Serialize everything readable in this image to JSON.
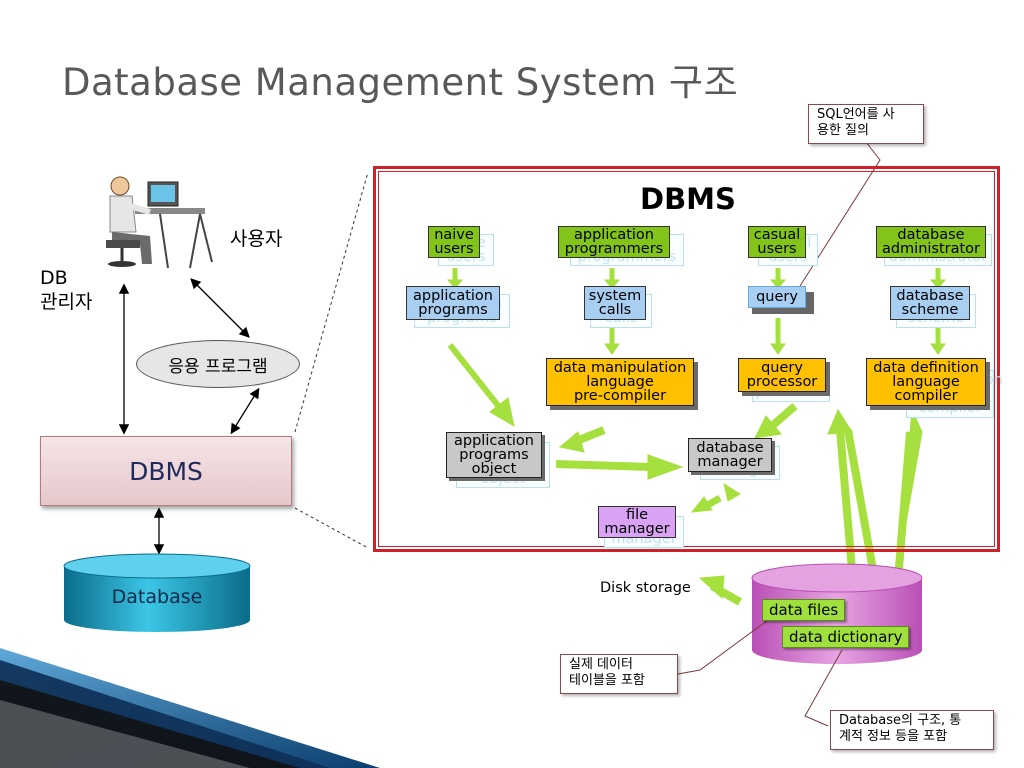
{
  "title": "Database Management System 구조",
  "left": {
    "user_label": "사용자",
    "db_admin_label": "DB\n관리자",
    "app_program": "응용 프로그램",
    "dbms": "DBMS",
    "database": "Database"
  },
  "diagram": {
    "title": "DBMS",
    "top_row": [
      {
        "id": "naive",
        "label": "naive\nusers"
      },
      {
        "id": "app-programmers",
        "label": "application\nprogrammers"
      },
      {
        "id": "casual",
        "label": "casual\nusers"
      },
      {
        "id": "dba",
        "label": "database\nadministrator"
      }
    ],
    "second_row": [
      {
        "id": "application-programs",
        "label": "application\nprograms"
      },
      {
        "id": "system-calls",
        "label": "system\ncalls"
      },
      {
        "id": "query",
        "label": "query"
      },
      {
        "id": "database-scheme",
        "label": "database\nscheme"
      }
    ],
    "third_row": [
      {
        "id": "dml-precompiler",
        "label": "data manipulation\nlanguage\npre-compiler"
      },
      {
        "id": "query-processor",
        "label": "query\nprocessor"
      },
      {
        "id": "ddl-compiler",
        "label": "data definition\nlanguage\ncompiler"
      }
    ],
    "app_programs_object": "application\nprograms\nobject",
    "database_manager": "database\nmanager",
    "file_manager": "file\nmanager",
    "disk_storage": "Disk storage",
    "data_files": "data files",
    "data_dictionary": "data dictionary"
  },
  "callouts": {
    "sql": "SQL언어를 사\n용한 질의",
    "data_files_note": "실제 데이터\n테이블을 포함",
    "dictionary_note": "Database의 구조, 통\n계적 정보 등을 포함"
  }
}
